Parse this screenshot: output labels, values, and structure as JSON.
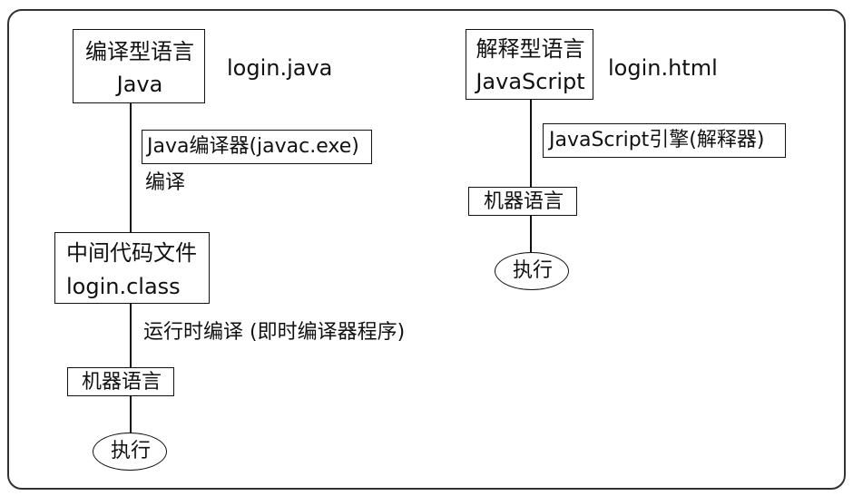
{
  "left_flow": {
    "compiled_box": {
      "line1": "编译型语言",
      "line2": "Java"
    },
    "source_file": "login.java",
    "compiler_box": "Java编译器(javac.exe)",
    "compile_label": "编译",
    "intermediate_box": {
      "line1": "中间代码文件",
      "line2": "login.class"
    },
    "runtime_label": "运行时编译 (即时编译器程序)",
    "machine_box": "机器语言",
    "execute_oval": "执行"
  },
  "right_flow": {
    "interpreted_box": {
      "line1": "解释型语言",
      "line2": "JavaScript"
    },
    "source_file": "login.html",
    "engine_box": "JavaScript引擎(解释器)",
    "machine_box": "机器语言",
    "execute_oval": "执行"
  }
}
